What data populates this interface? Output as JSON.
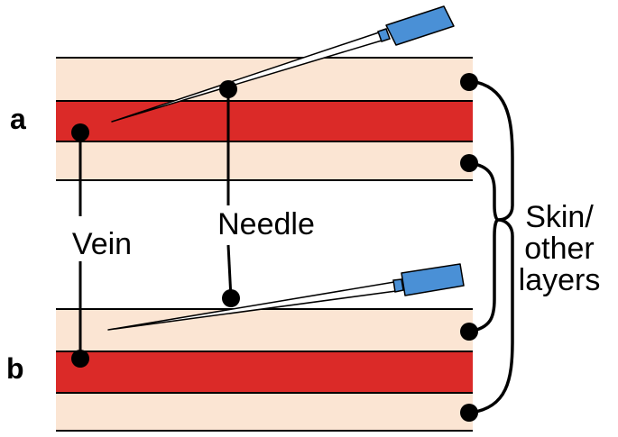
{
  "panel_labels": {
    "a": "a",
    "b": "b"
  },
  "callouts": {
    "vein": "Vein",
    "needle": "Needle",
    "skin_line1": "Skin/",
    "skin_line2": "other",
    "skin_line3": "layers"
  },
  "colors": {
    "skin": "#fbe5d3",
    "vein": "#db2a28",
    "needle_hub": "#4a90d6",
    "needle_shaft": "#ffffff",
    "line": "#000000"
  }
}
